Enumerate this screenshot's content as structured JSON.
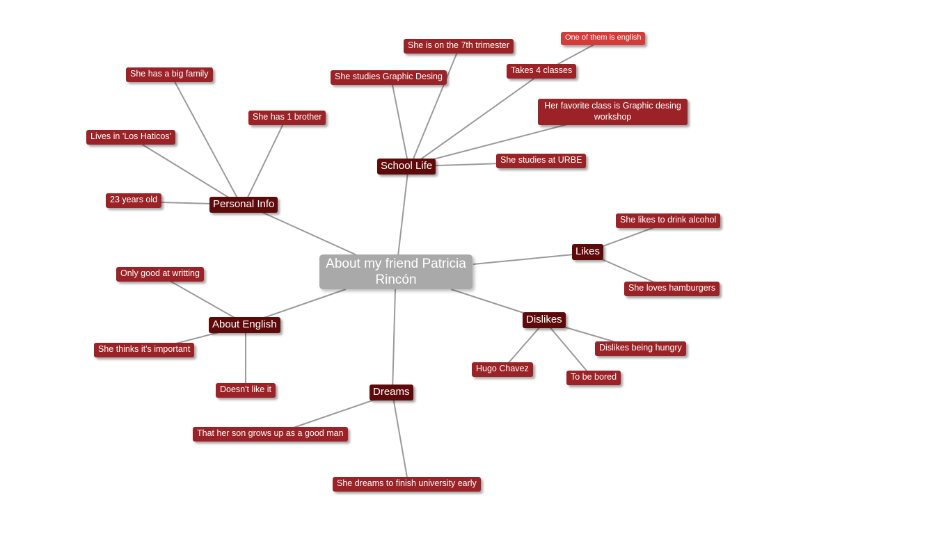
{
  "colors": {
    "link": "#9a9a9a",
    "center": "#a9a9a9",
    "branch": "#5e0a0a",
    "leaf": "#9b2226",
    "leaf_light": "#d63b3b"
  },
  "center": {
    "label": "About my friend Patricia Rincón"
  },
  "branches": {
    "personal_info": {
      "label": "Personal Info",
      "leaves": [
        "She has a big family",
        "She has 1 brother",
        "Lives in 'Los Haticos'",
        "23 years old"
      ]
    },
    "school_life": {
      "label": "School Life",
      "leaves": [
        "She is on the 7th trimester",
        "She studies Graphic Desing",
        "Takes 4 classes",
        "Her favorite class is Graphic desing workshop",
        "She studies at URBE"
      ],
      "sub_leaf": "One of them is english"
    },
    "likes": {
      "label": "Likes",
      "leaves": [
        "She likes to drink alcohol",
        "She loves hamburgers"
      ]
    },
    "dislikes": {
      "label": "Dislikes",
      "leaves": [
        "Hugo Chavez",
        "Dislikes being hungry",
        "To be bored"
      ]
    },
    "dreams": {
      "label": "Dreams",
      "leaves": [
        "That her son grows up as a good man",
        "She dreams to finish university early"
      ]
    },
    "about_english": {
      "label": "About English",
      "leaves": [
        "Only good at writting",
        "She thinks it's important",
        "Doesn't like it"
      ]
    }
  }
}
